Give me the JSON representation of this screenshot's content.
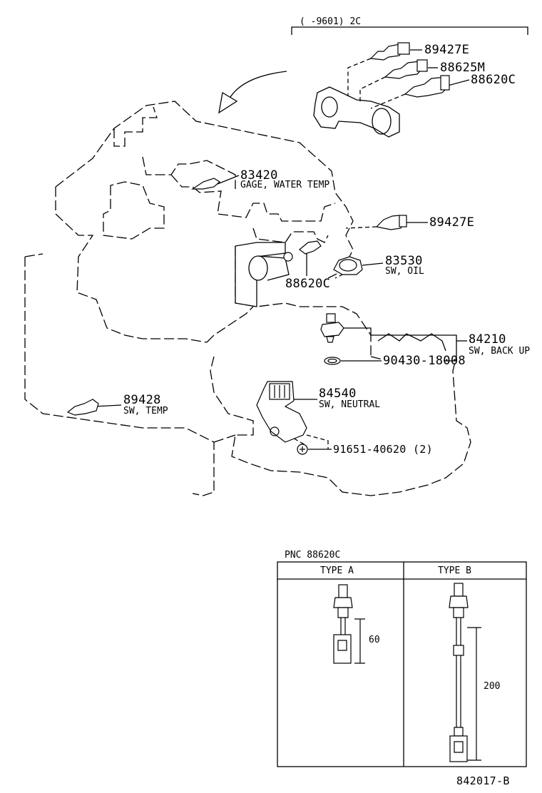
{
  "header": {
    "applicability": "(      -9601) 2C"
  },
  "callouts": [
    {
      "id": "p1",
      "part": "89427E",
      "desc": ""
    },
    {
      "id": "p2",
      "part": "88625M",
      "desc": ""
    },
    {
      "id": "p3",
      "part": "88620C",
      "desc": ""
    },
    {
      "id": "p4",
      "part": "83420",
      "desc": "GAGE, WATER TEMP"
    },
    {
      "id": "p5",
      "part": "89427E",
      "desc": ""
    },
    {
      "id": "p6",
      "part": "83530",
      "desc": "SW, OIL"
    },
    {
      "id": "p7",
      "part": "88620C",
      "desc": ""
    },
    {
      "id": "p8",
      "part": "84210",
      "desc": "SW, BACK UP"
    },
    {
      "id": "p9",
      "part": "90430-18008",
      "desc": ""
    },
    {
      "id": "p10",
      "part": "84540",
      "desc": "SW, NEUTRAL"
    },
    {
      "id": "p11",
      "part": "89428",
      "desc": "SW, TEMP"
    },
    {
      "id": "p12",
      "part": "91651-40620 (2)",
      "desc": ""
    }
  ],
  "inset": {
    "title": "PNC 88620C",
    "columns": [
      {
        "label": "TYPE  A",
        "dimension": "60"
      },
      {
        "label": "TYPE  B",
        "dimension": "200"
      }
    ]
  },
  "footer": {
    "code": "842017-B"
  }
}
